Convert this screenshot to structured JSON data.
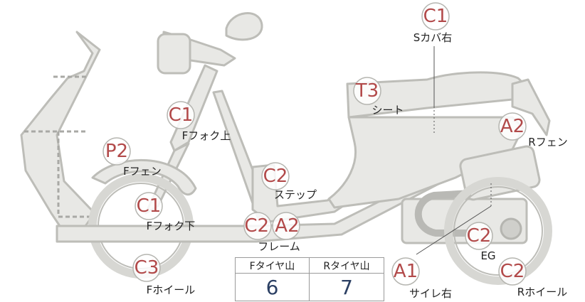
{
  "parts": [
    {
      "id": "s-cover-right",
      "code": "C1",
      "label": "Sカバ右"
    },
    {
      "id": "seat",
      "code": "T3",
      "label": "シート"
    },
    {
      "id": "r-fender",
      "code": "A2",
      "label": "Rフェン"
    },
    {
      "id": "f-fork-upper",
      "code": "C1",
      "label": "Fフォク上"
    },
    {
      "id": "f-fender",
      "code": "P2",
      "label": "Fフェン"
    },
    {
      "id": "step",
      "code": "C2",
      "label": "ステップ"
    },
    {
      "id": "f-fork-lower",
      "code": "C1",
      "label": "Fフォク下"
    },
    {
      "id": "frame",
      "code": "C2 A2",
      "label": "フレーム"
    },
    {
      "id": "engine",
      "code": "C2",
      "label": "EG"
    },
    {
      "id": "f-wheel",
      "code": "C3",
      "label": "Fホイール"
    },
    {
      "id": "muffler-right",
      "code": "A1",
      "label": "サイレ右"
    },
    {
      "id": "r-wheel",
      "code": "C2",
      "label": "Rホイール"
    }
  ],
  "tread": {
    "front_label": "Fタイヤ山",
    "rear_label": "Rタイヤ山",
    "front_value": "6",
    "rear_value": "7"
  }
}
